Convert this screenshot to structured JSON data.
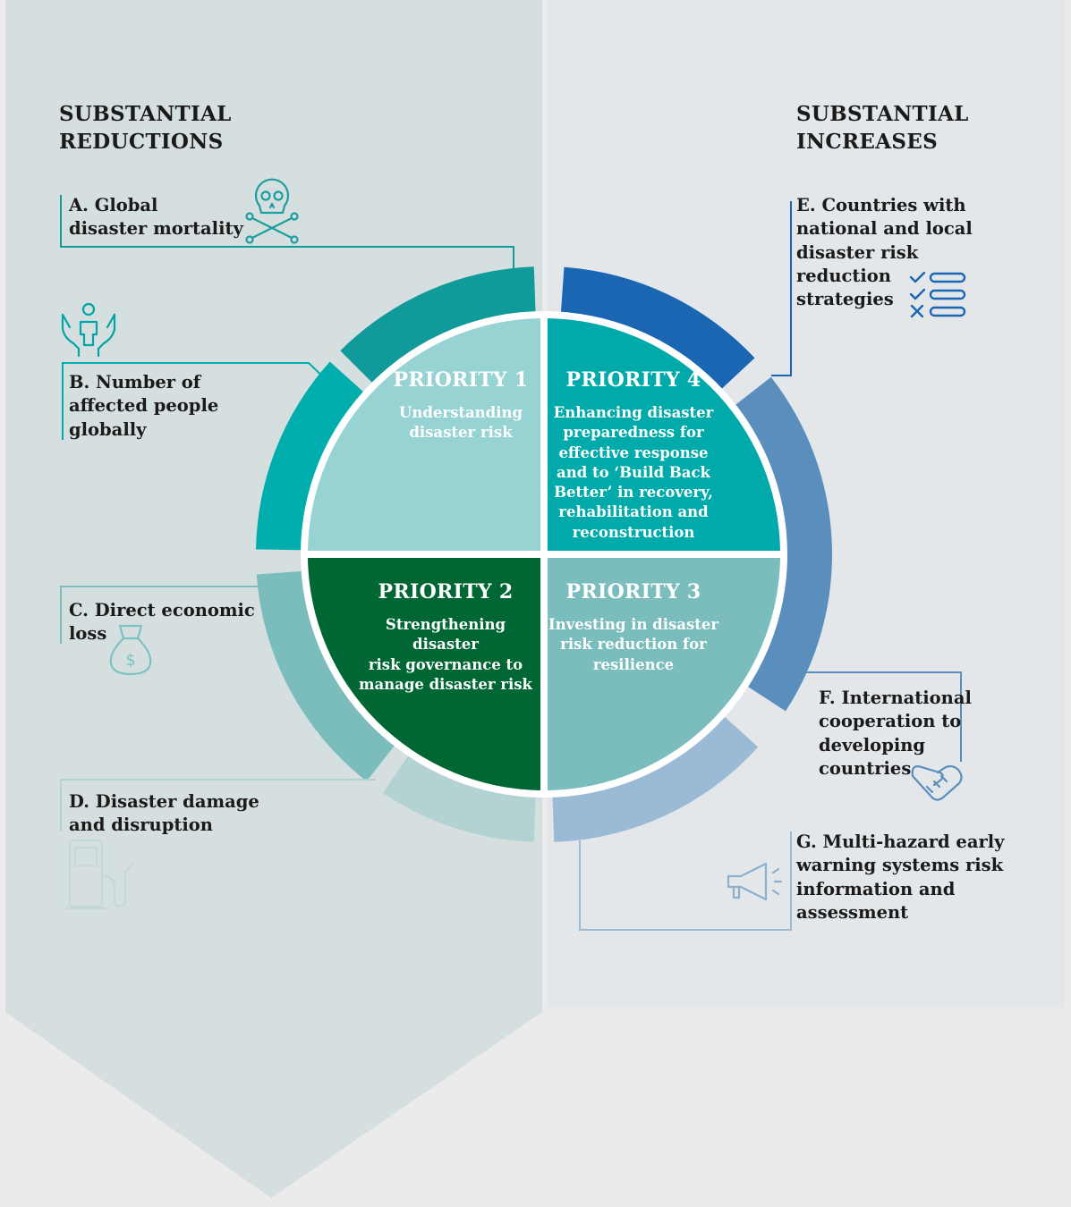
{
  "left_heading": [
    "SUBSTANTIAL",
    "REDUCTIONS"
  ],
  "right_heading": [
    "SUBSTANTIAL",
    "INCREASES"
  ],
  "targets": {
    "a": [
      "A. Global",
      "disaster mortality"
    ],
    "b": [
      "B. Number of",
      "affected people",
      "globally"
    ],
    "c": [
      "C. Direct economic",
      "loss"
    ],
    "d": [
      "D. Disaster damage",
      "and disruption"
    ],
    "e": [
      "E. Countries with",
      "national and local",
      "disaster risk",
      "reduction",
      "strategies"
    ],
    "f": [
      "F. International",
      "cooperation to",
      "developing",
      "countries"
    ],
    "g": [
      "G. Multi-hazard early",
      "warning systems risk",
      "information and",
      "assessment"
    ]
  },
  "priorities": {
    "p1": {
      "title": "PRIORITY 1",
      "desc": [
        "Understanding",
        "disaster risk"
      ]
    },
    "p2": {
      "title": "PRIORITY 2",
      "desc": [
        "Strengthening",
        "disaster",
        "risk governance to",
        "manage disaster risk"
      ]
    },
    "p3": {
      "title": "PRIORITY 3",
      "desc": [
        "Investing in disaster",
        "risk reduction for",
        "resilience"
      ]
    },
    "p4": {
      "title": "PRIORITY 4",
      "desc": [
        "Enhancing disaster",
        "preparedness for",
        "effective response",
        "and to ‘Build Back",
        "Better’ in recovery,",
        "rehabilitation and",
        "reconstruction"
      ]
    }
  },
  "icons": {
    "a": "skull-crossbones-icon",
    "b": "person-in-hands-icon",
    "c": "money-bag-icon",
    "d": "fuel-pump-icon",
    "e": "checklist-icon",
    "f": "handshake-icon",
    "g": "megaphone-icon"
  },
  "colors": {
    "left_panel": "#d6dfe0",
    "right_panel": "#e3e7ea",
    "p1": "#98d3d3",
    "p2": "#006633",
    "p3": "#7bbcbc",
    "p4": "#00aaaa",
    "arc_a": "#109a9a",
    "arc_b": "#00adad",
    "arc_c": "#7bbcbd",
    "arc_d": "#b3d3d3",
    "arc_e": "#1a66b3",
    "arc_f": "#5a8fbd",
    "arc_g": "#9bbad6"
  }
}
